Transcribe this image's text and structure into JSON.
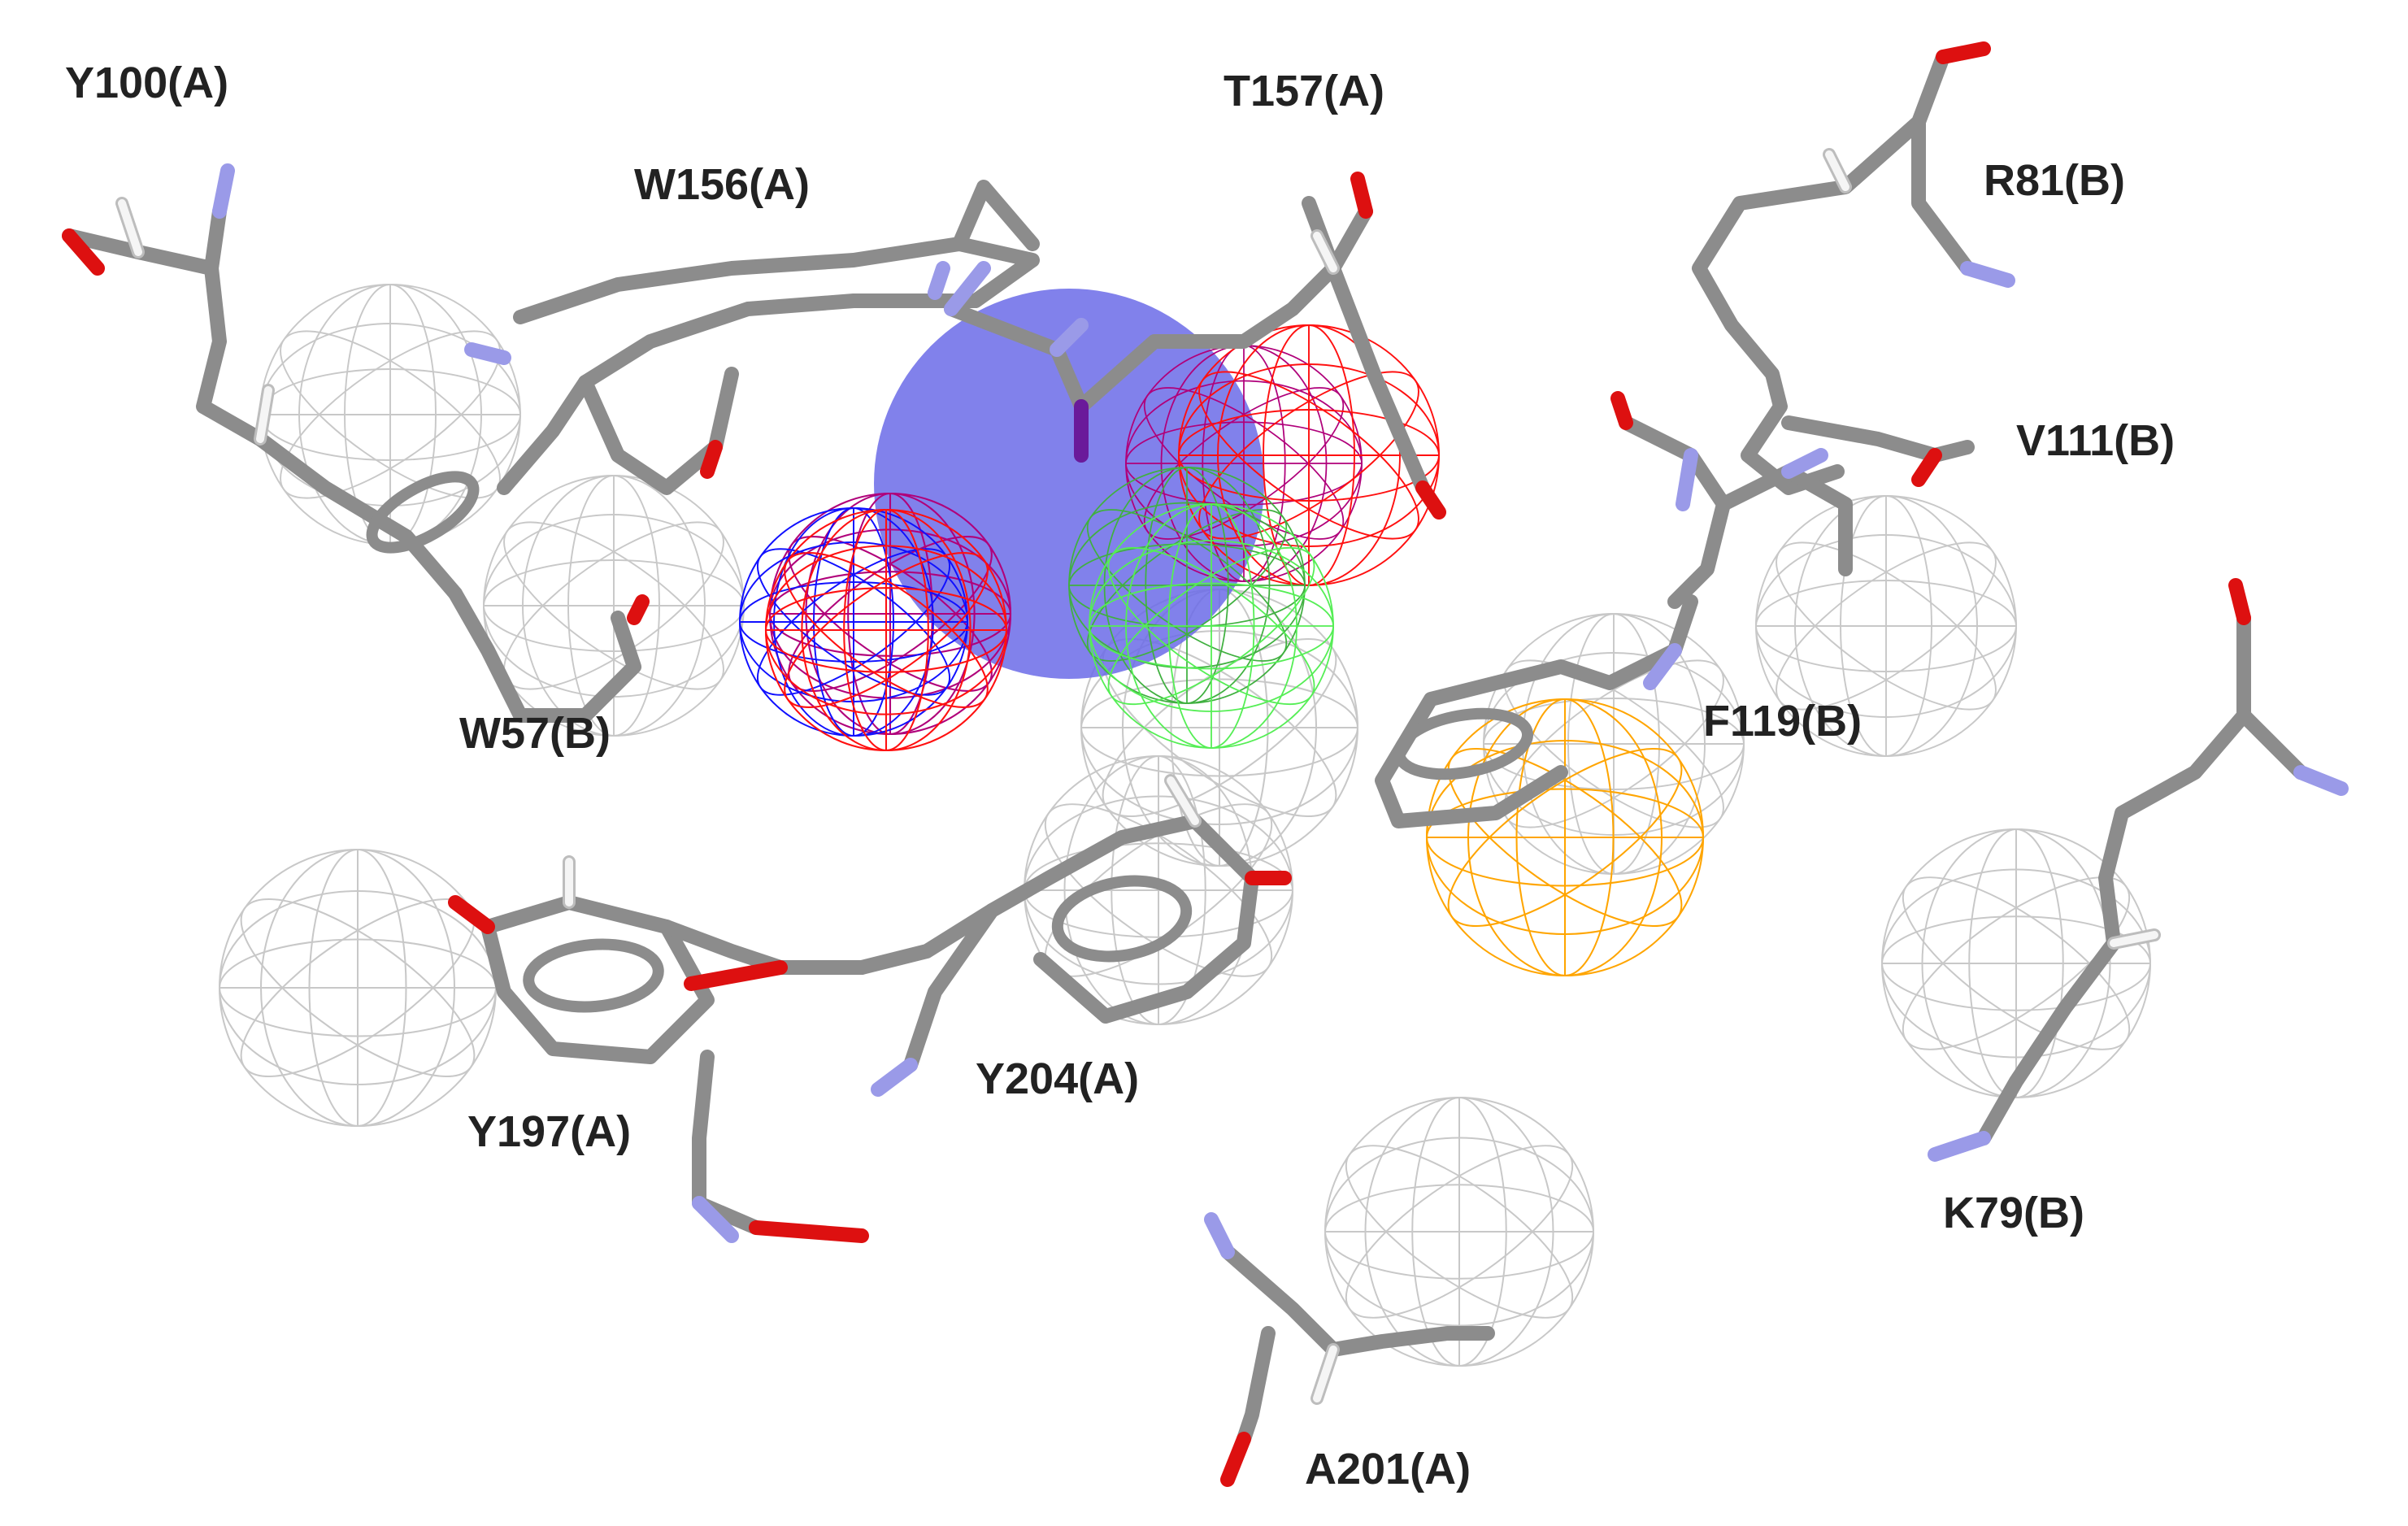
{
  "labels": {
    "y100": "Y100(A)",
    "w156": "W156(A)",
    "t157": "T157(A)",
    "r81": "R81(B)",
    "v111": "V111(B)",
    "w57": "W57(B)",
    "f119": "F119(B)",
    "y197": "Y197(A)",
    "y204": "Y204(A)",
    "k79": "K79(B)",
    "a201": "A201(A)"
  },
  "colors": {
    "carbon": "#8c8c8c",
    "nitrogen": "#9a9ae8",
    "oxygen": "#dd1010",
    "hydrogen": "#f2f2f2",
    "hydrophobic_sphere": "#c8c8c8",
    "donor_sphere": "#1010ff",
    "acceptor_sphere": "#ff0000",
    "aromatic_sphere": "#40e040",
    "positive_sphere": "#ffa500",
    "ligand_volume": "#6b6be8",
    "mixed_sphere": "#b0007a"
  }
}
